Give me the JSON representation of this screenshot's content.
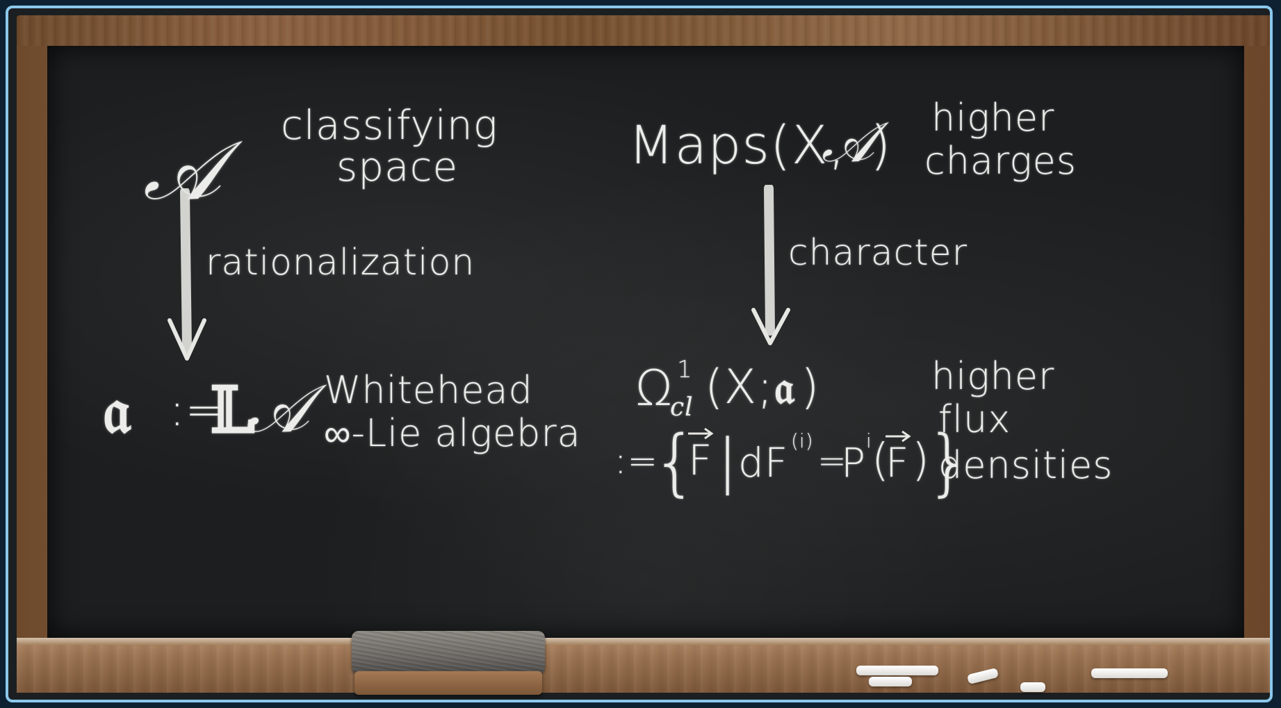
{
  "image": {
    "description_free_content": true
  },
  "board": {
    "left": {
      "top_symbol": "𝒜",
      "top_label_line1": "classifying",
      "top_label_line2": "space",
      "arrow_label": "rationalization",
      "bottom_formula_lhs": "𝔞",
      "bottom_formula_op": ":=",
      "bottom_formula_l": "𝕃",
      "bottom_formula_a": "𝒜",
      "bottom_label_line1": "Whitehead",
      "bottom_label_line2": "∞-Lie algebra"
    },
    "right": {
      "top_formula_prefix": "Maps(X,",
      "top_formula_a": "𝒜",
      "top_formula_close": ")",
      "top_label_line1": "higher",
      "top_label_line2": "charges",
      "arrow_label": "character",
      "omega": "Ω",
      "omega_sup": "1",
      "omega_sub": "cl",
      "omega_args_open": "(X;",
      "omega_args_frak": "𝔞",
      "omega_args_close": ")",
      "set_prefix": ":=",
      "set_open_brace": "{",
      "set_vec_f": "F",
      "set_bar": "|",
      "set_d": "dF",
      "set_d_sup": "(i)",
      "set_eq": "=",
      "set_p": "P",
      "set_p_sup": "i",
      "set_p_arg_open": "(",
      "set_p_arg_vec": "F",
      "set_p_arg_close": ")",
      "set_close_brace": "}",
      "bottom_label_line1": "higher",
      "bottom_label_line2": "flux",
      "bottom_label_line3": "densities"
    }
  },
  "colors": {
    "chalk": "#ececea",
    "board": "#1c1e1f",
    "wood": "#7d583a",
    "screen_border": "#8cc8ec"
  }
}
